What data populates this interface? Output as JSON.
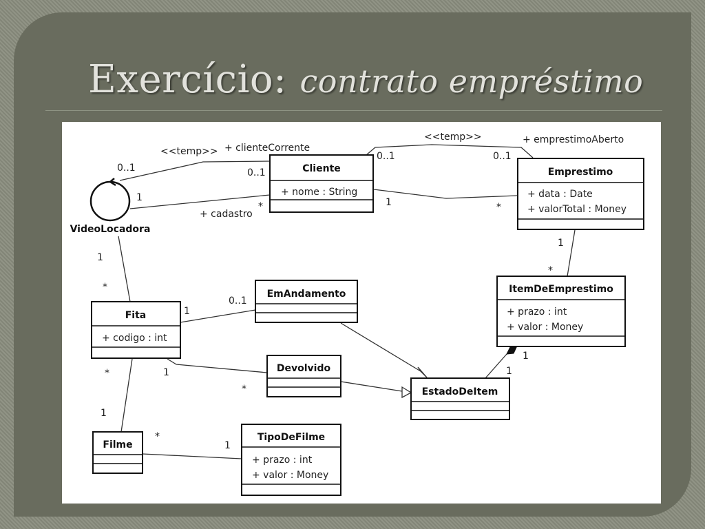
{
  "slide": {
    "title_regular": "Exercício:",
    "title_italic": "contrato empréstimo"
  },
  "diagram": {
    "classes": {
      "cliente": {
        "name": "Cliente",
        "attrs": [
          "+ nome : String"
        ]
      },
      "emprestimo": {
        "name": "Emprestimo",
        "attrs": [
          "+ data : Date",
          "+ valorTotal : Money"
        ]
      },
      "item": {
        "name": "ItemDeEmprestimo",
        "attrs": [
          "+ prazo : int",
          "+ valor : Money"
        ]
      },
      "fita": {
        "name": "Fita",
        "attrs": [
          "+ codigo : int"
        ]
      },
      "emandamento": {
        "name": "EmAndamento",
        "attrs": []
      },
      "devolvido": {
        "name": "Devolvido",
        "attrs": []
      },
      "estado": {
        "name": "EstadoDeItem",
        "attrs": []
      },
      "filme": {
        "name": "Filme",
        "attrs": []
      },
      "tipo": {
        "name": "TipoDeFilme",
        "attrs": [
          "+ prazo : int",
          "+ valor : Money"
        ]
      }
    },
    "actor": {
      "name": "VideoLocadora"
    },
    "labels": {
      "temp1": "<<temp>>",
      "cliente_corrente": "+ clienteCorrente",
      "temp2": "<<temp>>",
      "emprestimo_aberto": "+ emprestimoAberto",
      "cadastro": "+ cadastro",
      "m_vl_cc": "0..1",
      "m_cli_cc": "0..1",
      "m_vl_cad": "1",
      "m_cli_cad": "*",
      "m_cli_ea": "0..1",
      "m_emp_ea": "0..1",
      "m_cli_emp": "1",
      "m_emp_cli": "*",
      "m_emp_item": "1",
      "m_item_emp": "*",
      "m_vl_fita": "1",
      "m_fita_vl": "*",
      "m_fita_ema": "1",
      "m_ema_fita": "0..1",
      "m_fita_dev": "1",
      "m_dev_fita": "*",
      "m_fita_filme": "*",
      "m_filme_fita": "1",
      "m_filme_tipo": "*",
      "m_tipo_filme": "1",
      "m_item_comp": "1",
      "m_estado_item": "1"
    }
  }
}
